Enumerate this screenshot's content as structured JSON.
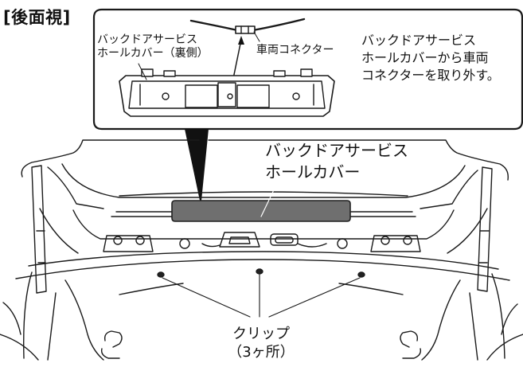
{
  "view_label": "[後面視]",
  "inset": {
    "cover_back_label": [
      "バックドアサービス",
      "ホールカバー（裏側）"
    ],
    "connector_label": "車両コネクター"
  },
  "callout_lines": [
    "バックドアサービス",
    "ホールカバーから車両",
    "コネクターを取り外す。"
  ],
  "main_cover_label": [
    "バックドアサービス",
    "ホールカバー"
  ],
  "clip_label": [
    "クリップ",
    "（3ヶ所）"
  ],
  "colors": {
    "line": "#1a1a1a",
    "cover_fill": "#6f6f6f",
    "background": "#ffffff"
  }
}
